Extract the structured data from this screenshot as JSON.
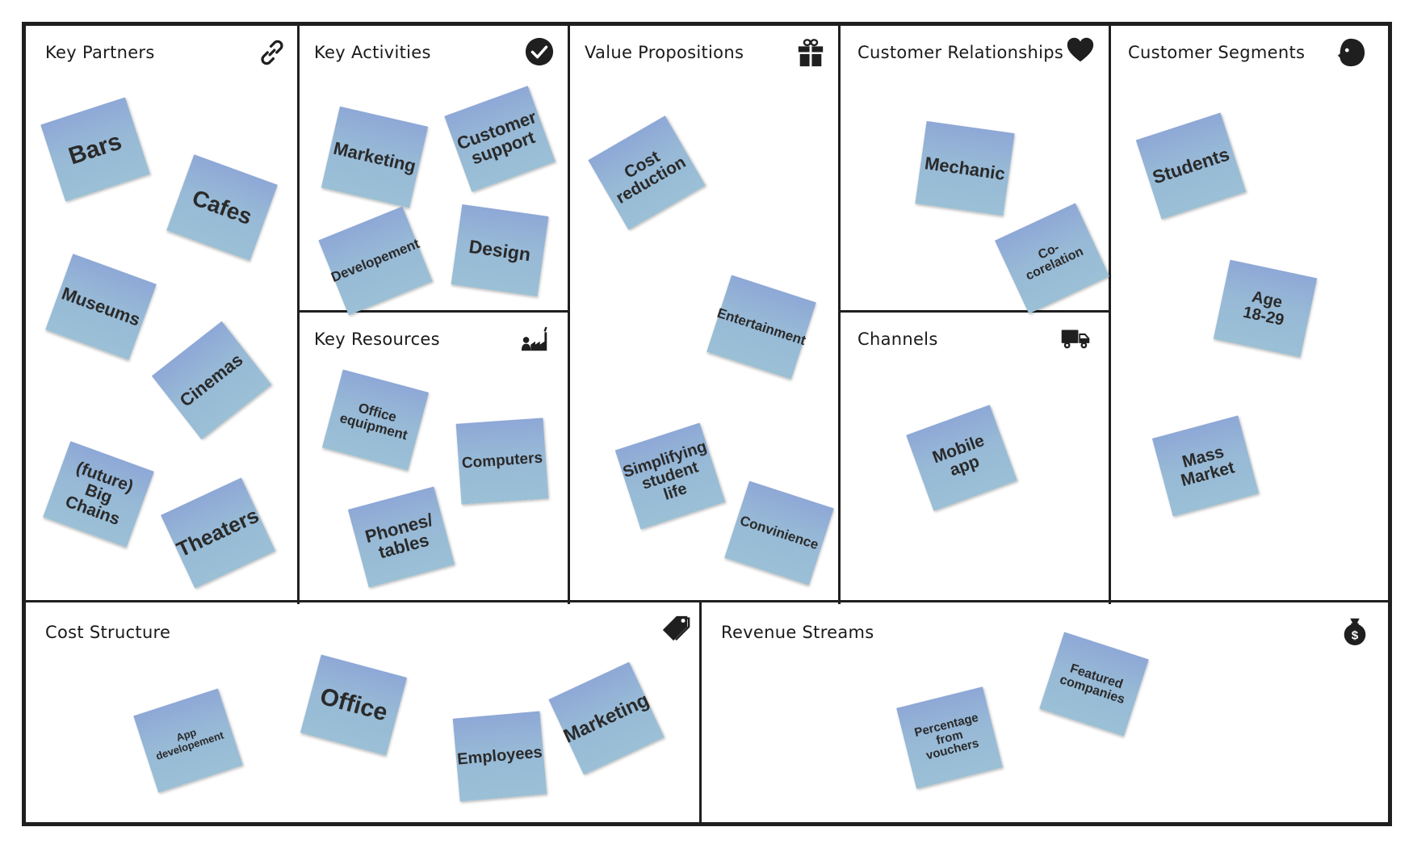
{
  "blocks": [
    {
      "id": "key-partners",
      "title": "Key Partners",
      "icon": "link-icon"
    },
    {
      "id": "key-activities",
      "title": "Key Activities",
      "icon": "checkmark-icon"
    },
    {
      "id": "key-resources",
      "title": "Key Resources",
      "icon": "factory-worker-icon"
    },
    {
      "id": "value-propositions",
      "title": "Value Propositions",
      "icon": "gift-icon"
    },
    {
      "id": "customer-relationships",
      "title": "Customer Relationships",
      "icon": "heart-icon"
    },
    {
      "id": "channels",
      "title": "Channels",
      "icon": "truck-icon"
    },
    {
      "id": "customer-segments",
      "title": "Customer Segments",
      "icon": "face-icon"
    },
    {
      "id": "cost-structure",
      "title": "Cost Structure",
      "icon": "price-tag-icon"
    },
    {
      "id": "revenue-streams",
      "title": "Revenue Streams",
      "icon": "money-bag-icon"
    }
  ],
  "notes": [
    {
      "block": "key-partners",
      "text": "Bars"
    },
    {
      "block": "key-partners",
      "text": "Cafes"
    },
    {
      "block": "key-partners",
      "text": "Museums"
    },
    {
      "block": "key-partners",
      "text": "Cinemas"
    },
    {
      "block": "key-partners",
      "text": "(future)\nBig Chains"
    },
    {
      "block": "key-partners",
      "text": "Theaters"
    },
    {
      "block": "key-activities",
      "text": "Marketing"
    },
    {
      "block": "key-activities",
      "text": "Customer\nsupport"
    },
    {
      "block": "key-activities",
      "text": "Developement"
    },
    {
      "block": "key-activities",
      "text": "Design"
    },
    {
      "block": "key-resources",
      "text": "Office\nequipment"
    },
    {
      "block": "key-resources",
      "text": "Computers"
    },
    {
      "block": "key-resources",
      "text": "Phones/\ntables"
    },
    {
      "block": "value-propositions",
      "text": "Cost\nreduction"
    },
    {
      "block": "value-propositions",
      "text": "Entertainment"
    },
    {
      "block": "value-propositions",
      "text": "Simplifying\nstudent\nlife"
    },
    {
      "block": "value-propositions",
      "text": "Convinience"
    },
    {
      "block": "customer-relationships",
      "text": "Mechanic"
    },
    {
      "block": "customer-relationships",
      "text": "Co-corelation"
    },
    {
      "block": "channels",
      "text": "Mobile\napp"
    },
    {
      "block": "customer-segments",
      "text": "Students"
    },
    {
      "block": "customer-segments",
      "text": "Age\n18-29"
    },
    {
      "block": "customer-segments",
      "text": "Mass\nMarket"
    },
    {
      "block": "cost-structure",
      "text": "App\ndevelopement"
    },
    {
      "block": "cost-structure",
      "text": "Office"
    },
    {
      "block": "cost-structure",
      "text": "Employees"
    },
    {
      "block": "cost-structure",
      "text": "Marketing"
    },
    {
      "block": "revenue-streams",
      "text": "Percentage\nfrom\nvouchers"
    },
    {
      "block": "revenue-streams",
      "text": "Featured\ncompanies"
    }
  ],
  "colors": {
    "border": "#1f1f1f",
    "note_top": "#8ea8d6",
    "note_bottom": "#9bc0d6",
    "note_text": "#2a2a2a"
  }
}
